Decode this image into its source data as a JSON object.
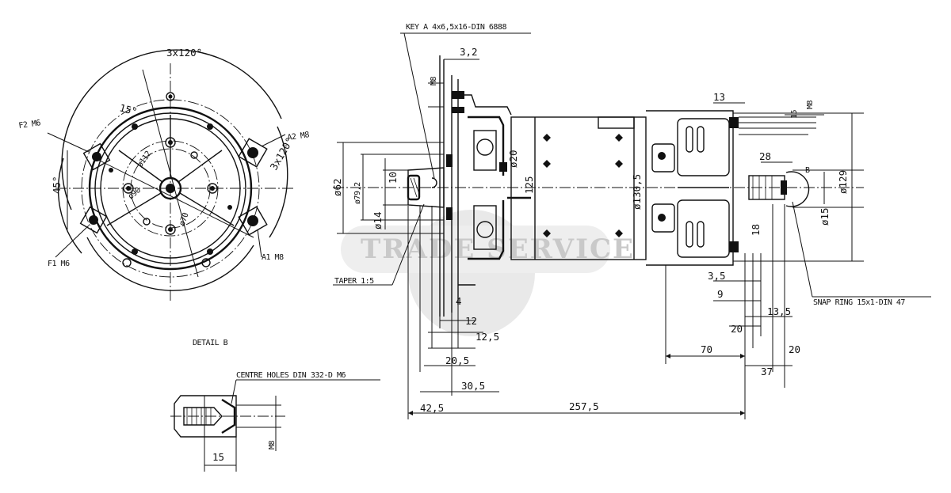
{
  "watermark": "TRADE SERVICE",
  "front_view": {
    "angle_top": "3x120°",
    "angle_right": "3x120°",
    "angle_15": "15°",
    "dia_112": "ø112",
    "dia_90": "ø90",
    "dia_70": "ø70",
    "angle_45": "45°",
    "terminal_f2": "F2 M6",
    "terminal_a2": "A2 M8",
    "terminal_f1": "F1 M6",
    "terminal_a1": "A1 M8"
  },
  "detail_b": {
    "title": "DETAIL B",
    "note": "CENTRE HOLES DIN 332-D M6",
    "dim_15": "15",
    "dim_m8": "M8"
  },
  "side_view": {
    "key": "KEY A 4x6,5x16-DIN 6888",
    "dim_3_2": "3,2",
    "dim_m8": "M8",
    "dim_62": "ø62",
    "dim_79_2": "ø79,2",
    "dim_14": "ø14",
    "dim_10": "10",
    "dim_20": "ø20",
    "dim_125": "125",
    "dim_130_5": "ø130,5",
    "taper": "TAPER 1:5",
    "dim_4": "4",
    "dim_12": "12",
    "dim_12_5": "12,5",
    "dim_20_5": "20,5",
    "dim_30_5": "30,5",
    "dim_42_5": "42,5",
    "dim_257_5": "257,5",
    "dim_13": "13",
    "dim_m8_rear": "M8",
    "dim_15_rear": "15",
    "dim_28": "28",
    "label_b": "B",
    "dim_129": "ø129",
    "dim_15_shaft": "ø15",
    "dim_18": "18",
    "dim_3_5": "3,5",
    "dim_9": "9",
    "dim_13_5": "13,5",
    "dim_70": "70",
    "dim_20a": "20",
    "dim_20b": "20",
    "dim_37": "37",
    "snap_ring": "SNAP RING 15x1-DIN 47"
  }
}
